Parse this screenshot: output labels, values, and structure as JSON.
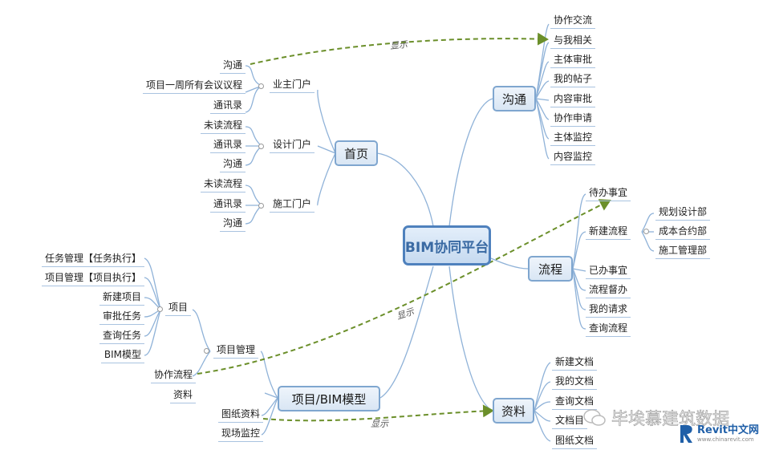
{
  "central": "BIM协同平台",
  "main": {
    "home": "首页",
    "communication": "沟通",
    "process": "流程",
    "project_bim": "项目/BIM模型",
    "data": "资料"
  },
  "home": {
    "owner_portal": "业主门户",
    "owner_items": [
      "沟通",
      "项目一周所有会议议程",
      "通讯录"
    ],
    "design_portal": "设计门户",
    "design_items": [
      "未读流程",
      "通讯录",
      "沟通"
    ],
    "construction_portal": "施工门户",
    "construction_items": [
      "未读流程",
      "通讯录",
      "沟通"
    ]
  },
  "communication_items": [
    "协作交流",
    "与我相关",
    "主体审批",
    "我的帖子",
    "内容审批",
    "协作申请",
    "主体监控",
    "内容监控"
  ],
  "process_items": {
    "pending": "待办事宜",
    "new_process": "新建流程",
    "new_process_children": [
      "规划设计部",
      "成本合约部",
      "施工管理部"
    ],
    "done": "已办事宜",
    "supervise": "流程督办",
    "my_requests": "我的请求",
    "query": "查询流程"
  },
  "project": {
    "project_mgmt": "项目管理",
    "project": "项目",
    "project_children": [
      "任务管理【任务执行】",
      "项目管理【项目执行】",
      "新建项目",
      "审批任务",
      "查询任务",
      "BIM模型"
    ],
    "collab_process": "协作流程",
    "materials": "资料",
    "drawings": "图纸资料",
    "site_monitor": "现场监控"
  },
  "data_items": [
    "新建文档",
    "我的文档",
    "查询文档",
    "文档目",
    "图纸文档"
  ],
  "display_notes": [
    "显示",
    "显示",
    "显示"
  ],
  "watermarks": {
    "wechat": "毕埃慕建筑数据",
    "revit": "Revit中文网",
    "revit_url": "www.chinarevit.com"
  }
}
